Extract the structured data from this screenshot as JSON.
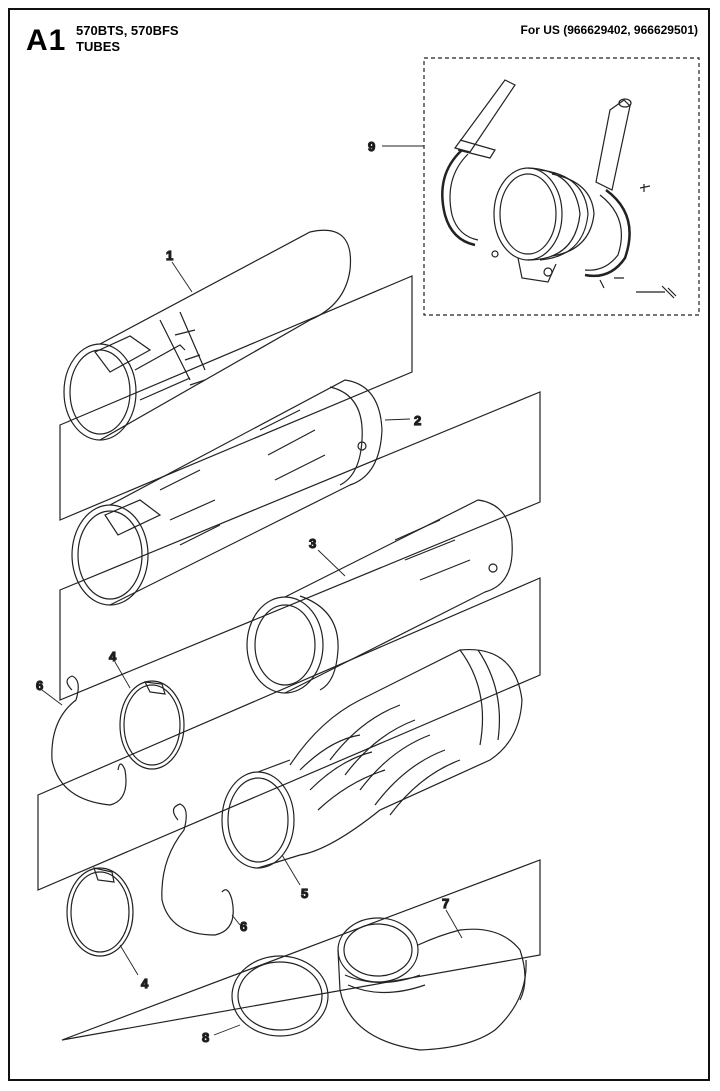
{
  "header": {
    "section_code": "A1",
    "models": "570BTS, 570BFS",
    "title": "TUBES",
    "for_us": "For US (966629402, 966629501)"
  },
  "callouts": [
    {
      "id": "c1",
      "label": "1"
    },
    {
      "id": "c2",
      "label": "2"
    },
    {
      "id": "c3",
      "label": "3"
    },
    {
      "id": "c4a",
      "label": "4"
    },
    {
      "id": "c4b",
      "label": "4"
    },
    {
      "id": "c5",
      "label": "5"
    },
    {
      "id": "c6a",
      "label": "6"
    },
    {
      "id": "c6b",
      "label": "6"
    },
    {
      "id": "c7",
      "label": "7"
    },
    {
      "id": "c8",
      "label": "8"
    },
    {
      "id": "c9",
      "label": "9"
    }
  ]
}
